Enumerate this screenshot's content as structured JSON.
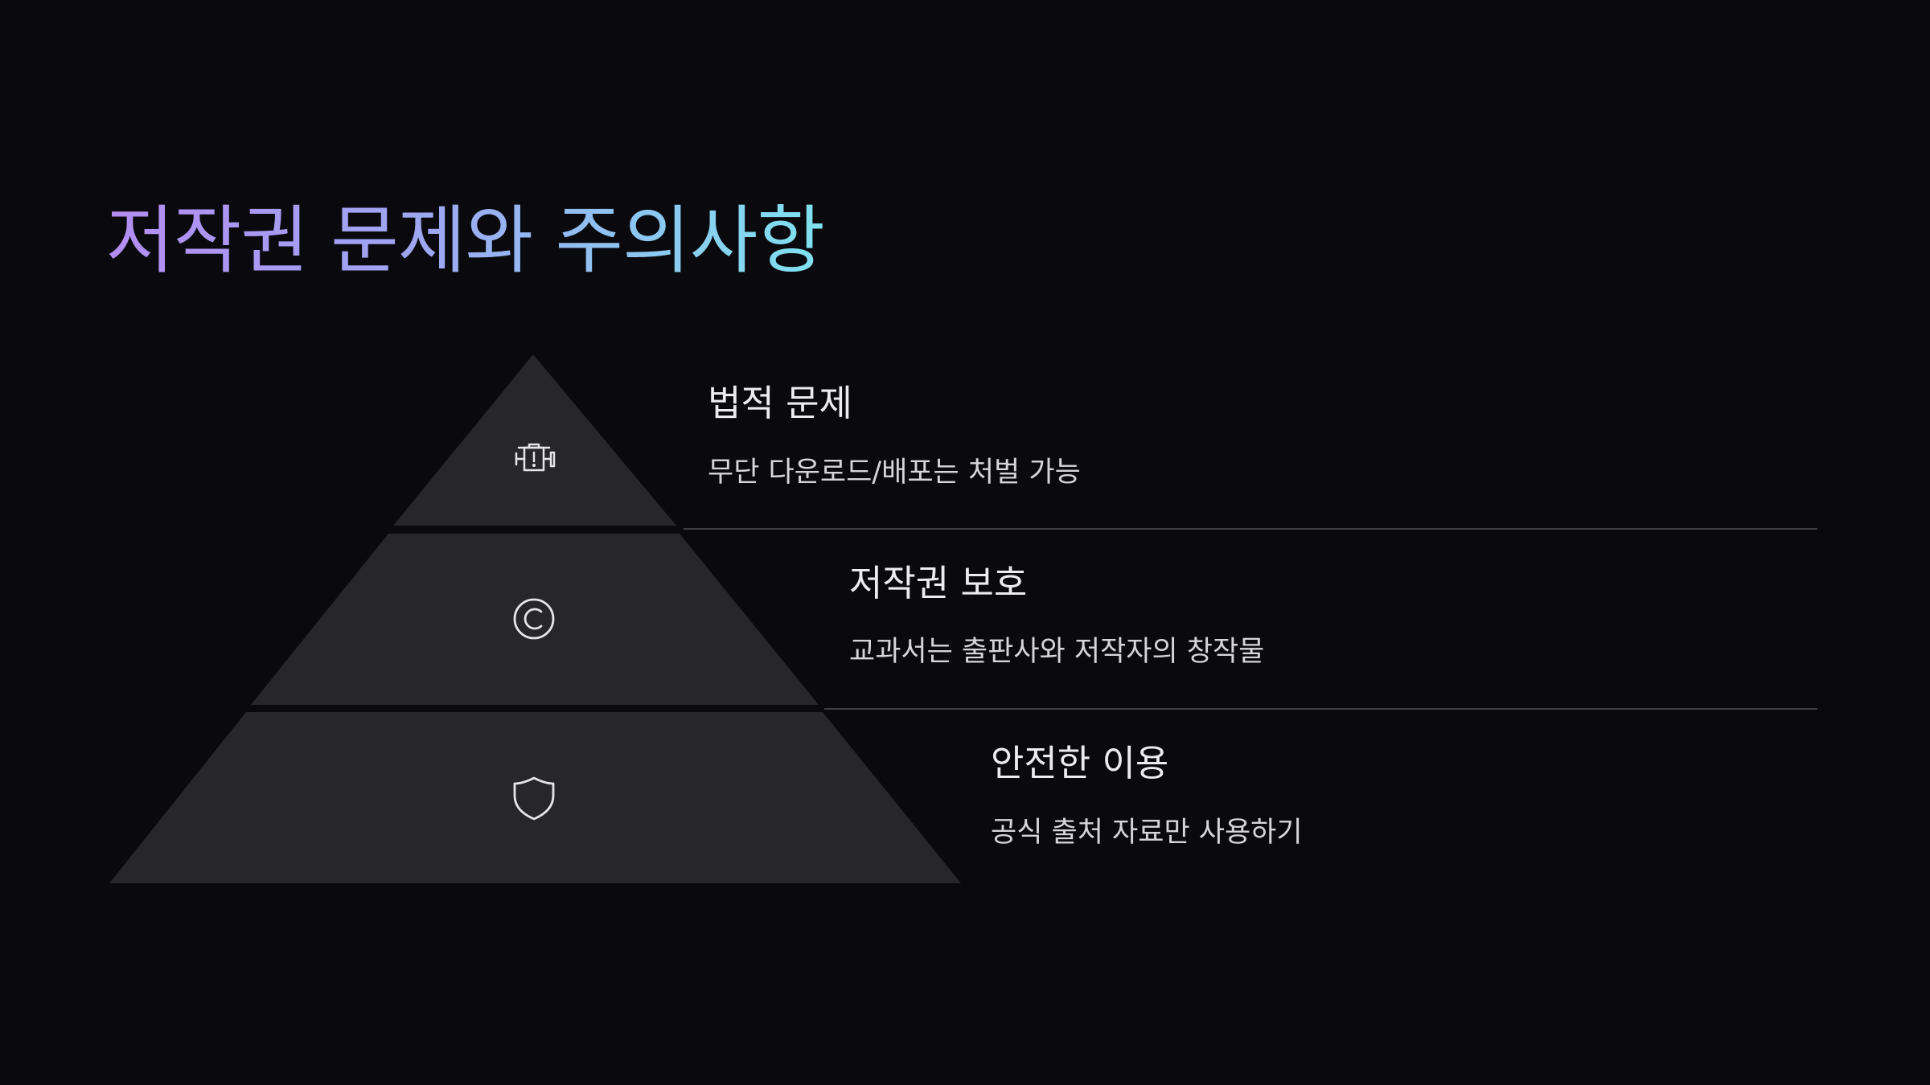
{
  "slide": {
    "title": "저작권 문제와 주의사항",
    "title_gradient": [
      "#b58cf2",
      "#9da8f2",
      "#7fe2f0"
    ],
    "background": "#0a0a0e",
    "tier_fill": "#26262b",
    "divider_color": "#3e3e44"
  },
  "levels": [
    {
      "heading": "법적 문제",
      "description": "무단 다운로드/배포는 처벌 가능",
      "icon": "engine-warning-icon"
    },
    {
      "heading": "저작권 보호",
      "description": "교과서는 출판사와 저작자의 창작물",
      "icon": "copyright-icon"
    },
    {
      "heading": "안전한 이용",
      "description": "공식 출처 자료만 사용하기",
      "icon": "shield-icon"
    }
  ]
}
